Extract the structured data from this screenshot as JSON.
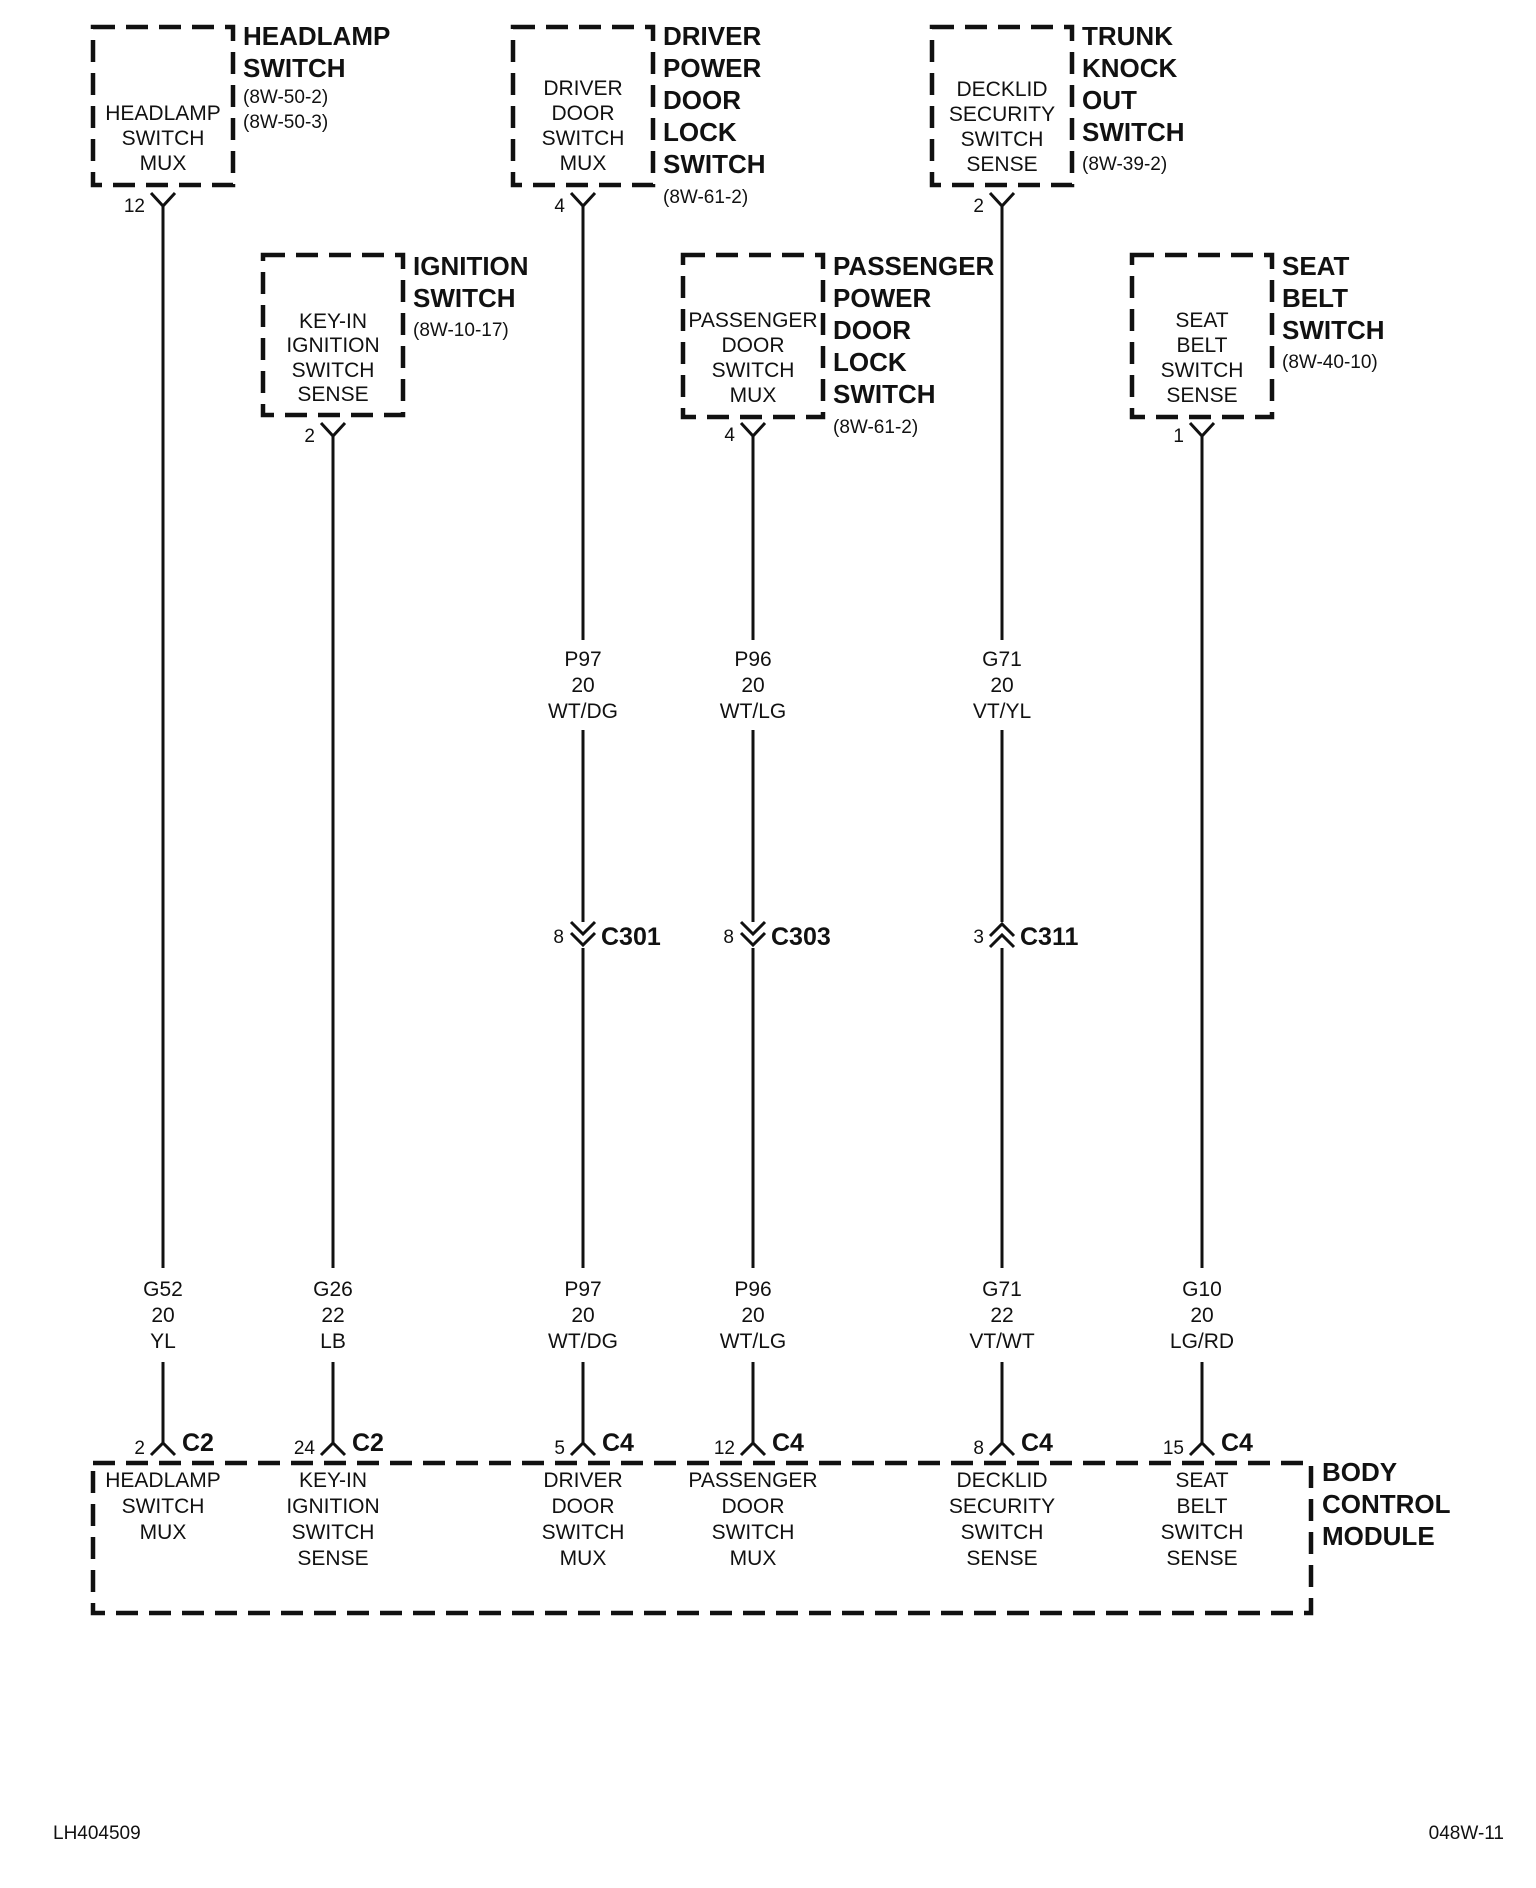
{
  "components": {
    "headlamp_switch": {
      "title": [
        "HEADLAMP",
        "SWITCH"
      ],
      "refs": [
        "(8W-50-2)",
        "(8W-50-3)"
      ],
      "function": [
        "HEADLAMP",
        "SWITCH",
        "MUX"
      ],
      "pin": "12"
    },
    "ignition_switch": {
      "title": [
        "IGNITION",
        "SWITCH"
      ],
      "refs": [
        "(8W-10-17)"
      ],
      "function": [
        "KEY-IN",
        "IGNITION",
        "SWITCH",
        "SENSE"
      ],
      "pin": "2"
    },
    "driver_door_lock_switch": {
      "title": [
        "DRIVER",
        "POWER",
        "DOOR",
        "LOCK",
        "SWITCH"
      ],
      "refs": [
        "(8W-61-2)"
      ],
      "function": [
        "DRIVER",
        "DOOR",
        "SWITCH",
        "MUX"
      ],
      "pin": "4"
    },
    "passenger_door_lock_switch": {
      "title": [
        "PASSENGER",
        "POWER",
        "DOOR",
        "LOCK",
        "SWITCH"
      ],
      "refs": [
        "(8W-61-2)"
      ],
      "function": [
        "PASSENGER",
        "DOOR",
        "SWITCH",
        "MUX"
      ],
      "pin": "4"
    },
    "trunk_knock_out_switch": {
      "title": [
        "TRUNK",
        "KNOCK",
        "OUT",
        "SWITCH"
      ],
      "refs": [
        "(8W-39-2)"
      ],
      "function": [
        "DECKLID",
        "SECURITY",
        "SWITCH",
        "SENSE"
      ],
      "pin": "2"
    },
    "seat_belt_switch": {
      "title": [
        "SEAT",
        "BELT",
        "SWITCH"
      ],
      "refs": [
        "(8W-40-10)"
      ],
      "function": [
        "SEAT",
        "BELT",
        "SWITCH",
        "SENSE"
      ],
      "pin": "1"
    }
  },
  "wires_upper": {
    "p97": [
      "P97",
      "20",
      "WT/DG"
    ],
    "p96": [
      "P96",
      "20",
      "WT/LG"
    ],
    "g71": [
      "G71",
      "20",
      "VT/YL"
    ]
  },
  "inline_connectors": {
    "c301": {
      "name": "C301",
      "pin": "8"
    },
    "c303": {
      "name": "C303",
      "pin": "8"
    },
    "c311": {
      "name": "C311",
      "pin": "3"
    }
  },
  "wires_lower": {
    "g52": [
      "G52",
      "20",
      "YL"
    ],
    "g26": [
      "G26",
      "22",
      "LB"
    ],
    "p97": [
      "P97",
      "20",
      "WT/DG"
    ],
    "p96": [
      "P96",
      "20",
      "WT/LG"
    ],
    "g71": [
      "G71",
      "22",
      "VT/WT"
    ],
    "g10": [
      "G10",
      "20",
      "LG/RD"
    ]
  },
  "bcm": {
    "title": [
      "BODY",
      "CONTROL",
      "MODULE"
    ],
    "terminals": [
      {
        "connector": "C2",
        "pin": "2",
        "function": [
          "HEADLAMP",
          "SWITCH",
          "MUX"
        ]
      },
      {
        "connector": "C2",
        "pin": "24",
        "function": [
          "KEY-IN",
          "IGNITION",
          "SWITCH",
          "SENSE"
        ]
      },
      {
        "connector": "C4",
        "pin": "5",
        "function": [
          "DRIVER",
          "DOOR",
          "SWITCH",
          "MUX"
        ]
      },
      {
        "connector": "C4",
        "pin": "12",
        "function": [
          "PASSENGER",
          "DOOR",
          "SWITCH",
          "MUX"
        ]
      },
      {
        "connector": "C4",
        "pin": "8",
        "function": [
          "DECKLID",
          "SECURITY",
          "SWITCH",
          "SENSE"
        ]
      },
      {
        "connector": "C4",
        "pin": "15",
        "function": [
          "SEAT",
          "BELT",
          "SWITCH",
          "SENSE"
        ]
      }
    ]
  },
  "footer": {
    "left": "LH404509",
    "right": "048W-11"
  }
}
